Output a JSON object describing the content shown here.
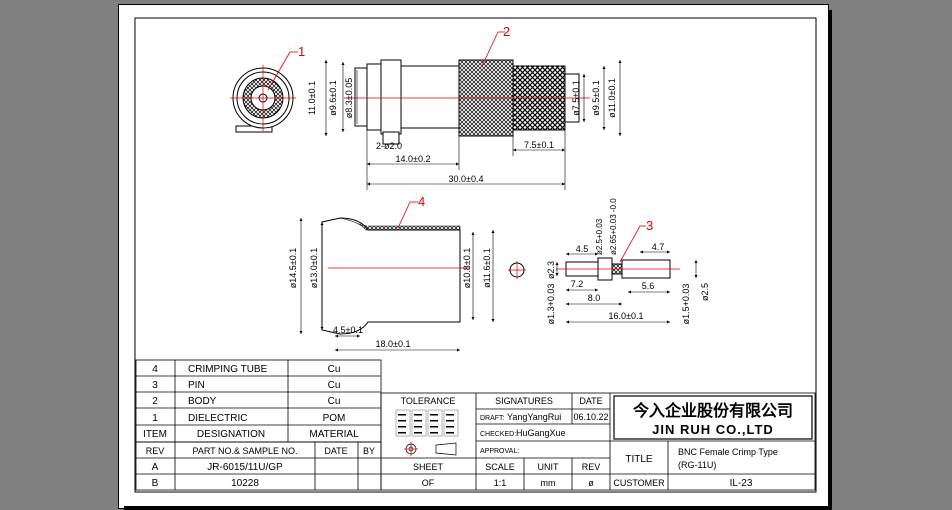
{
  "callouts": [
    "1",
    "2",
    "3",
    "4"
  ],
  "side_view": {
    "dims": {
      "outer_height": "11.0±0.1",
      "d1": "ø9.6±0.1",
      "d2": "ø8.3±0.05",
      "d3": "ø7.5±0.1",
      "d4": "ø9.5±0.1",
      "d5": "ø11.0±0.1",
      "slot": "2-ø2.0",
      "len1": "14.0±0.2",
      "len_total": "30.0±0.4",
      "knurl_len": "7.5±0.1"
    }
  },
  "tube_view": {
    "dims": {
      "d1": "ø14.5±0.1",
      "d2": "ø13.0±0.1",
      "d3": "ø10.8±0.1",
      "d4": "ø11.6±0.1",
      "flange": "4.5±0.1",
      "len": "18.0±0.1"
    }
  },
  "pin_view": {
    "dims": {
      "top_a": "4.5",
      "top_b": "ø2.5+0.03",
      "top_c": "ø2.65+0.03 -0.0",
      "top_d": "4.7",
      "left_d": "ø2.3",
      "left_d2": "ø1.3+0.03",
      "right_d": "ø1.5+0.03",
      "right_d2": "ø2.5",
      "l1": "7.2",
      "l2": "5.6",
      "l3": "8.0",
      "l4": "16.0±0.1"
    }
  },
  "bom": {
    "rows": [
      {
        "item": "4",
        "designation": "CRIMPING TUBE",
        "material": "Cu"
      },
      {
        "item": "3",
        "designation": "PIN",
        "material": "Cu"
      },
      {
        "item": "2",
        "designation": "BODY",
        "material": "Cu"
      },
      {
        "item": "1",
        "designation": "DIELECTRIC",
        "material": "POM"
      }
    ],
    "headers": {
      "item": "ITEM",
      "designation": "DESIGNATION",
      "material": "MATERIAL"
    }
  },
  "rev_table": {
    "headers": {
      "rev": "REV",
      "part": "PART NO.& SAMPLE NO.",
      "date": "DATE",
      "by": "BY"
    },
    "rows": [
      {
        "rev": "A",
        "part": "JR-6015/11U/GP"
      },
      {
        "rev": "B",
        "part": "10228"
      }
    ]
  },
  "title_block": {
    "tolerance": "TOLERANCE",
    "signatures": "SIGNATURES",
    "date_label": "DATE",
    "draft": "DRAFT:",
    "draft_name": "YangYangRui",
    "draft_date": "06.10.22",
    "checked": "CHECKED:",
    "checked_name": "HuGangXue",
    "approval": "APPROVAL:",
    "sheet": "SHEET",
    "sheet_val": "OF",
    "scale": "SCALE",
    "scale_val": "1:1",
    "unit": "UNIT",
    "unit_val": "mm",
    "rev": "REV",
    "rev_val": "ø",
    "company_cn": "今入企业股份有限公司",
    "company_en": "JIN RUH CO.,LTD",
    "title_label": "TITLE",
    "title_val_1": "BNC Female Crimp Type",
    "title_val_2": "(RG-11U)",
    "customer": "CUSTOMER",
    "customer_val": "IL-23"
  }
}
